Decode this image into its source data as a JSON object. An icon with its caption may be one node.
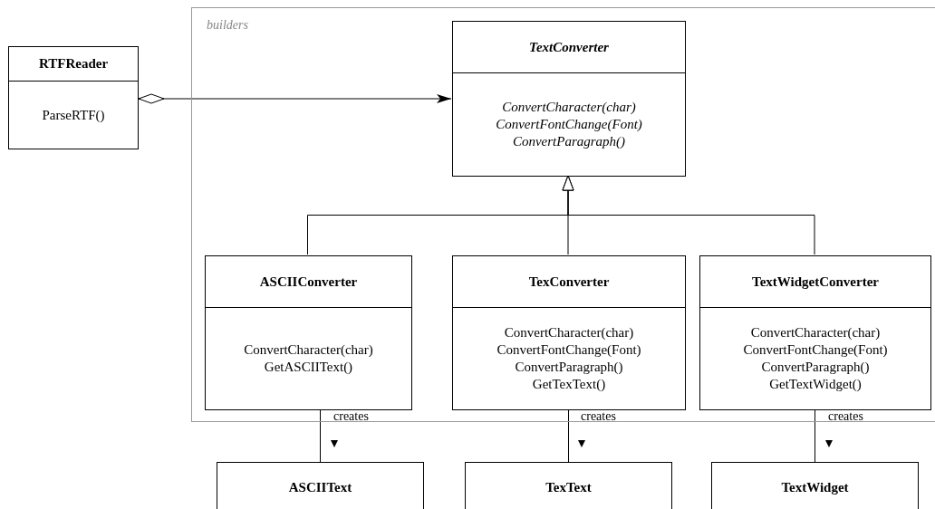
{
  "diagram": {
    "nodes": [
      {
        "text": [
          "builders"
        ]
      },
      {
        "text": [
          "RTFReader",
          "ParseRTF()"
        ]
      },
      {
        "text": [
          "TextConverter",
          "ConvertCharacter(char)",
          "ConvertFontChange(Font)",
          "ConvertParagraph()"
        ],
        "in": 0
      },
      {
        "text": [
          "ASCIIConverter",
          "ConvertCharacter(char)",
          "GetASCIIText()"
        ],
        "in": 0
      },
      {
        "text": [
          "TexConverter",
          "ConvertCharacter(char)",
          "ConvertFontChange(Font)",
          "ConvertParagraph()",
          "GetTexText()"
        ],
        "in": 0
      },
      {
        "text": [
          "TextWidgetConverter",
          "ConvertCharacter(char)",
          "ConvertFontChange(Font)",
          "ConvertParagraph()",
          "GetTextWidget()"
        ],
        "in": 0
      },
      {
        "text": [
          "ASCIIText"
        ]
      },
      {
        "text": [
          "TexText"
        ]
      },
      {
        "text": [
          "TextWidget"
        ]
      }
    ],
    "edges": [
      {
        "from": 1,
        "to": 2,
        "arrow": "to"
      },
      {
        "from": 3,
        "to": 2,
        "arrow": "to"
      },
      {
        "from": 4,
        "to": 2,
        "arrow": "to"
      },
      {
        "from": 5,
        "to": 2,
        "arrow": "to"
      },
      {
        "from": 3,
        "to": 6,
        "arrow": "none",
        "label": "creates"
      },
      {
        "from": 4,
        "to": 7,
        "arrow": "none",
        "label": "creates"
      },
      {
        "from": 5,
        "to": 8,
        "arrow": "none",
        "label": "creates"
      }
    ]
  }
}
